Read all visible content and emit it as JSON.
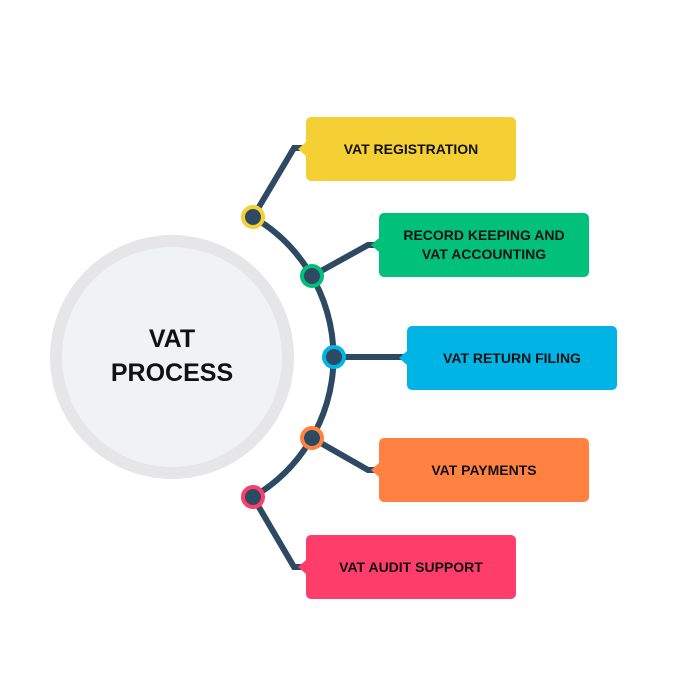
{
  "title_lines": [
    "VAT",
    "PROCESS"
  ],
  "steps": [
    {
      "label": "VAT REGISTRATION",
      "color": "#f4d035"
    },
    {
      "label": "RECORD KEEPING AND VAT ACCOUNTING",
      "color": "#00c07a"
    },
    {
      "label": "VAT RETURN FILING",
      "color": "#00b4e6"
    },
    {
      "label": "VAT PAYMENTS",
      "color": "#ff8243"
    },
    {
      "label": "VAT AUDIT SUPPORT",
      "color": "#ff3d6a"
    }
  ],
  "line_color": "#2e4a62"
}
